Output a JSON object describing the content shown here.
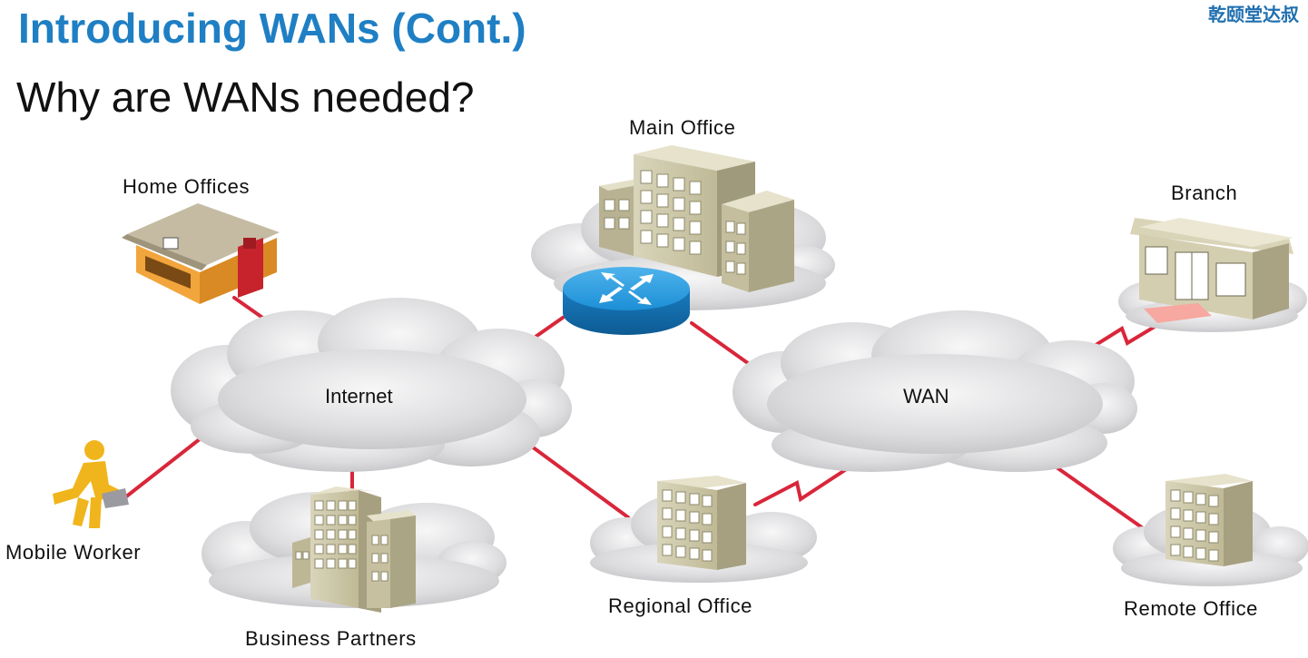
{
  "slide": {
    "title": "Introducing WANs (Cont.)",
    "subtitle": "Why are WANs needed?",
    "watermark": "乾颐堂达叔"
  },
  "diagram": {
    "clouds": {
      "internet": "Internet",
      "wan": "WAN"
    },
    "nodes": {
      "main_office": "Main Office",
      "home_offices": "Home Offices",
      "branch": "Branch",
      "mobile_worker": "Mobile Worker",
      "business_partners": "Business Partners",
      "regional_office": "Regional Office",
      "remote_office": "Remote Office"
    },
    "colors": {
      "link": "#d9263a",
      "cloud": "#e4e4e6",
      "router": "#1c8fd6",
      "building": "#c8c3a4",
      "home": "#f1a23a",
      "worker": "#f0b51c"
    }
  }
}
